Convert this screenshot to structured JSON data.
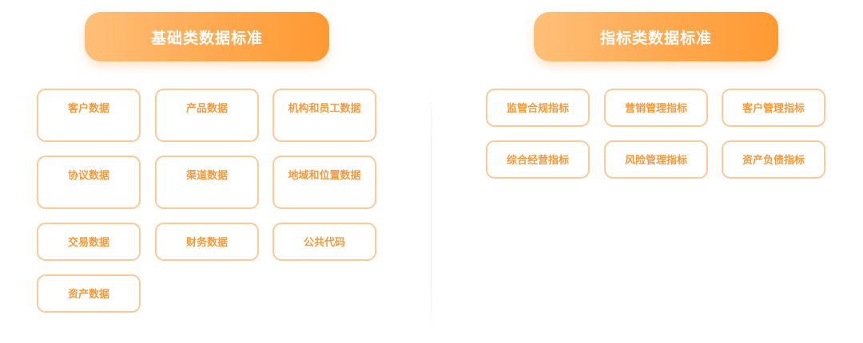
{
  "left": {
    "title": "基础类数据标准",
    "items": [
      "客户数据",
      "产品数据",
      "机构和员工数据",
      "协议数据",
      "渠道数据",
      "地域和位置数据",
      "交易数据",
      "财务数据",
      "公共代码",
      "资产数据"
    ]
  },
  "right": {
    "title": "指标类数据标准",
    "items": [
      "监管合规指标",
      "营销管理指标",
      "客户管理指标",
      "综合经营指标",
      "风险管理指标",
      "资产负债指标"
    ]
  },
  "colors": {
    "header_gradient_start": "#ffbf78",
    "header_gradient_end": "#ff9a32",
    "box_border": "#ffc896",
    "box_text": "#f49a3c"
  }
}
